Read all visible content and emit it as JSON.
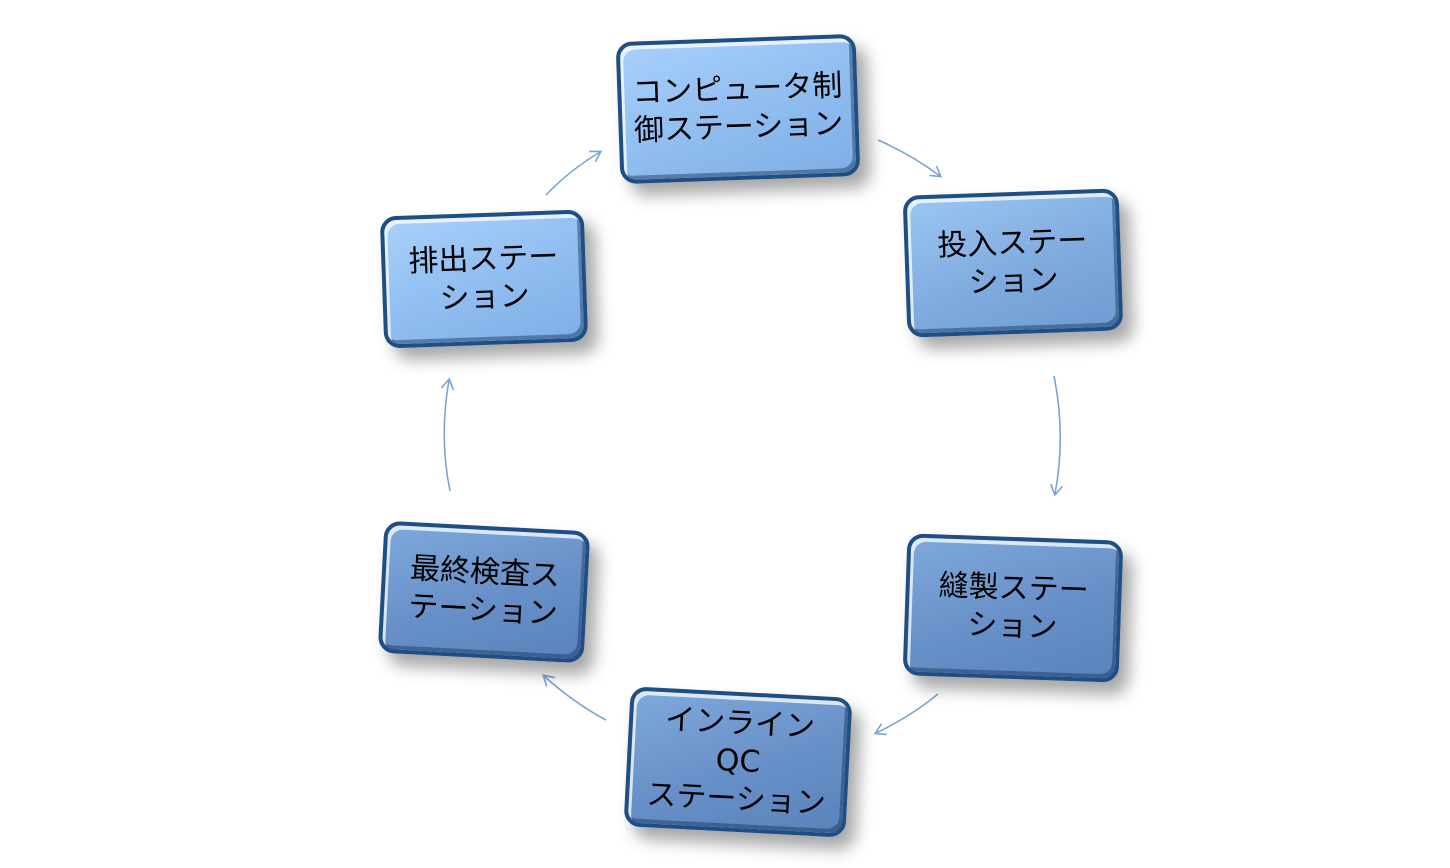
{
  "diagram": {
    "type": "cycle",
    "direction": "clockwise",
    "nodes": [
      {
        "id": "control",
        "label": "コンピュータ制\n御ステーション"
      },
      {
        "id": "input",
        "label": "投入ステー\nション"
      },
      {
        "id": "sewing",
        "label": "縫製ステー\nション"
      },
      {
        "id": "qc",
        "label": "インラインQC\nステーション"
      },
      {
        "id": "final",
        "label": "最終検査ス\nテーション"
      },
      {
        "id": "discharge",
        "label": "排出ステー\nション"
      }
    ],
    "edges": [
      {
        "from": "control",
        "to": "input"
      },
      {
        "from": "input",
        "to": "sewing"
      },
      {
        "from": "sewing",
        "to": "qc"
      },
      {
        "from": "qc",
        "to": "final"
      },
      {
        "from": "final",
        "to": "discharge"
      },
      {
        "from": "discharge",
        "to": "control"
      }
    ],
    "colors": {
      "node_border": "#1f4e85",
      "node_fill_light": "#8fbdf0",
      "node_fill_dark": "#6890c8",
      "arrow": "#7aa3d6"
    }
  }
}
